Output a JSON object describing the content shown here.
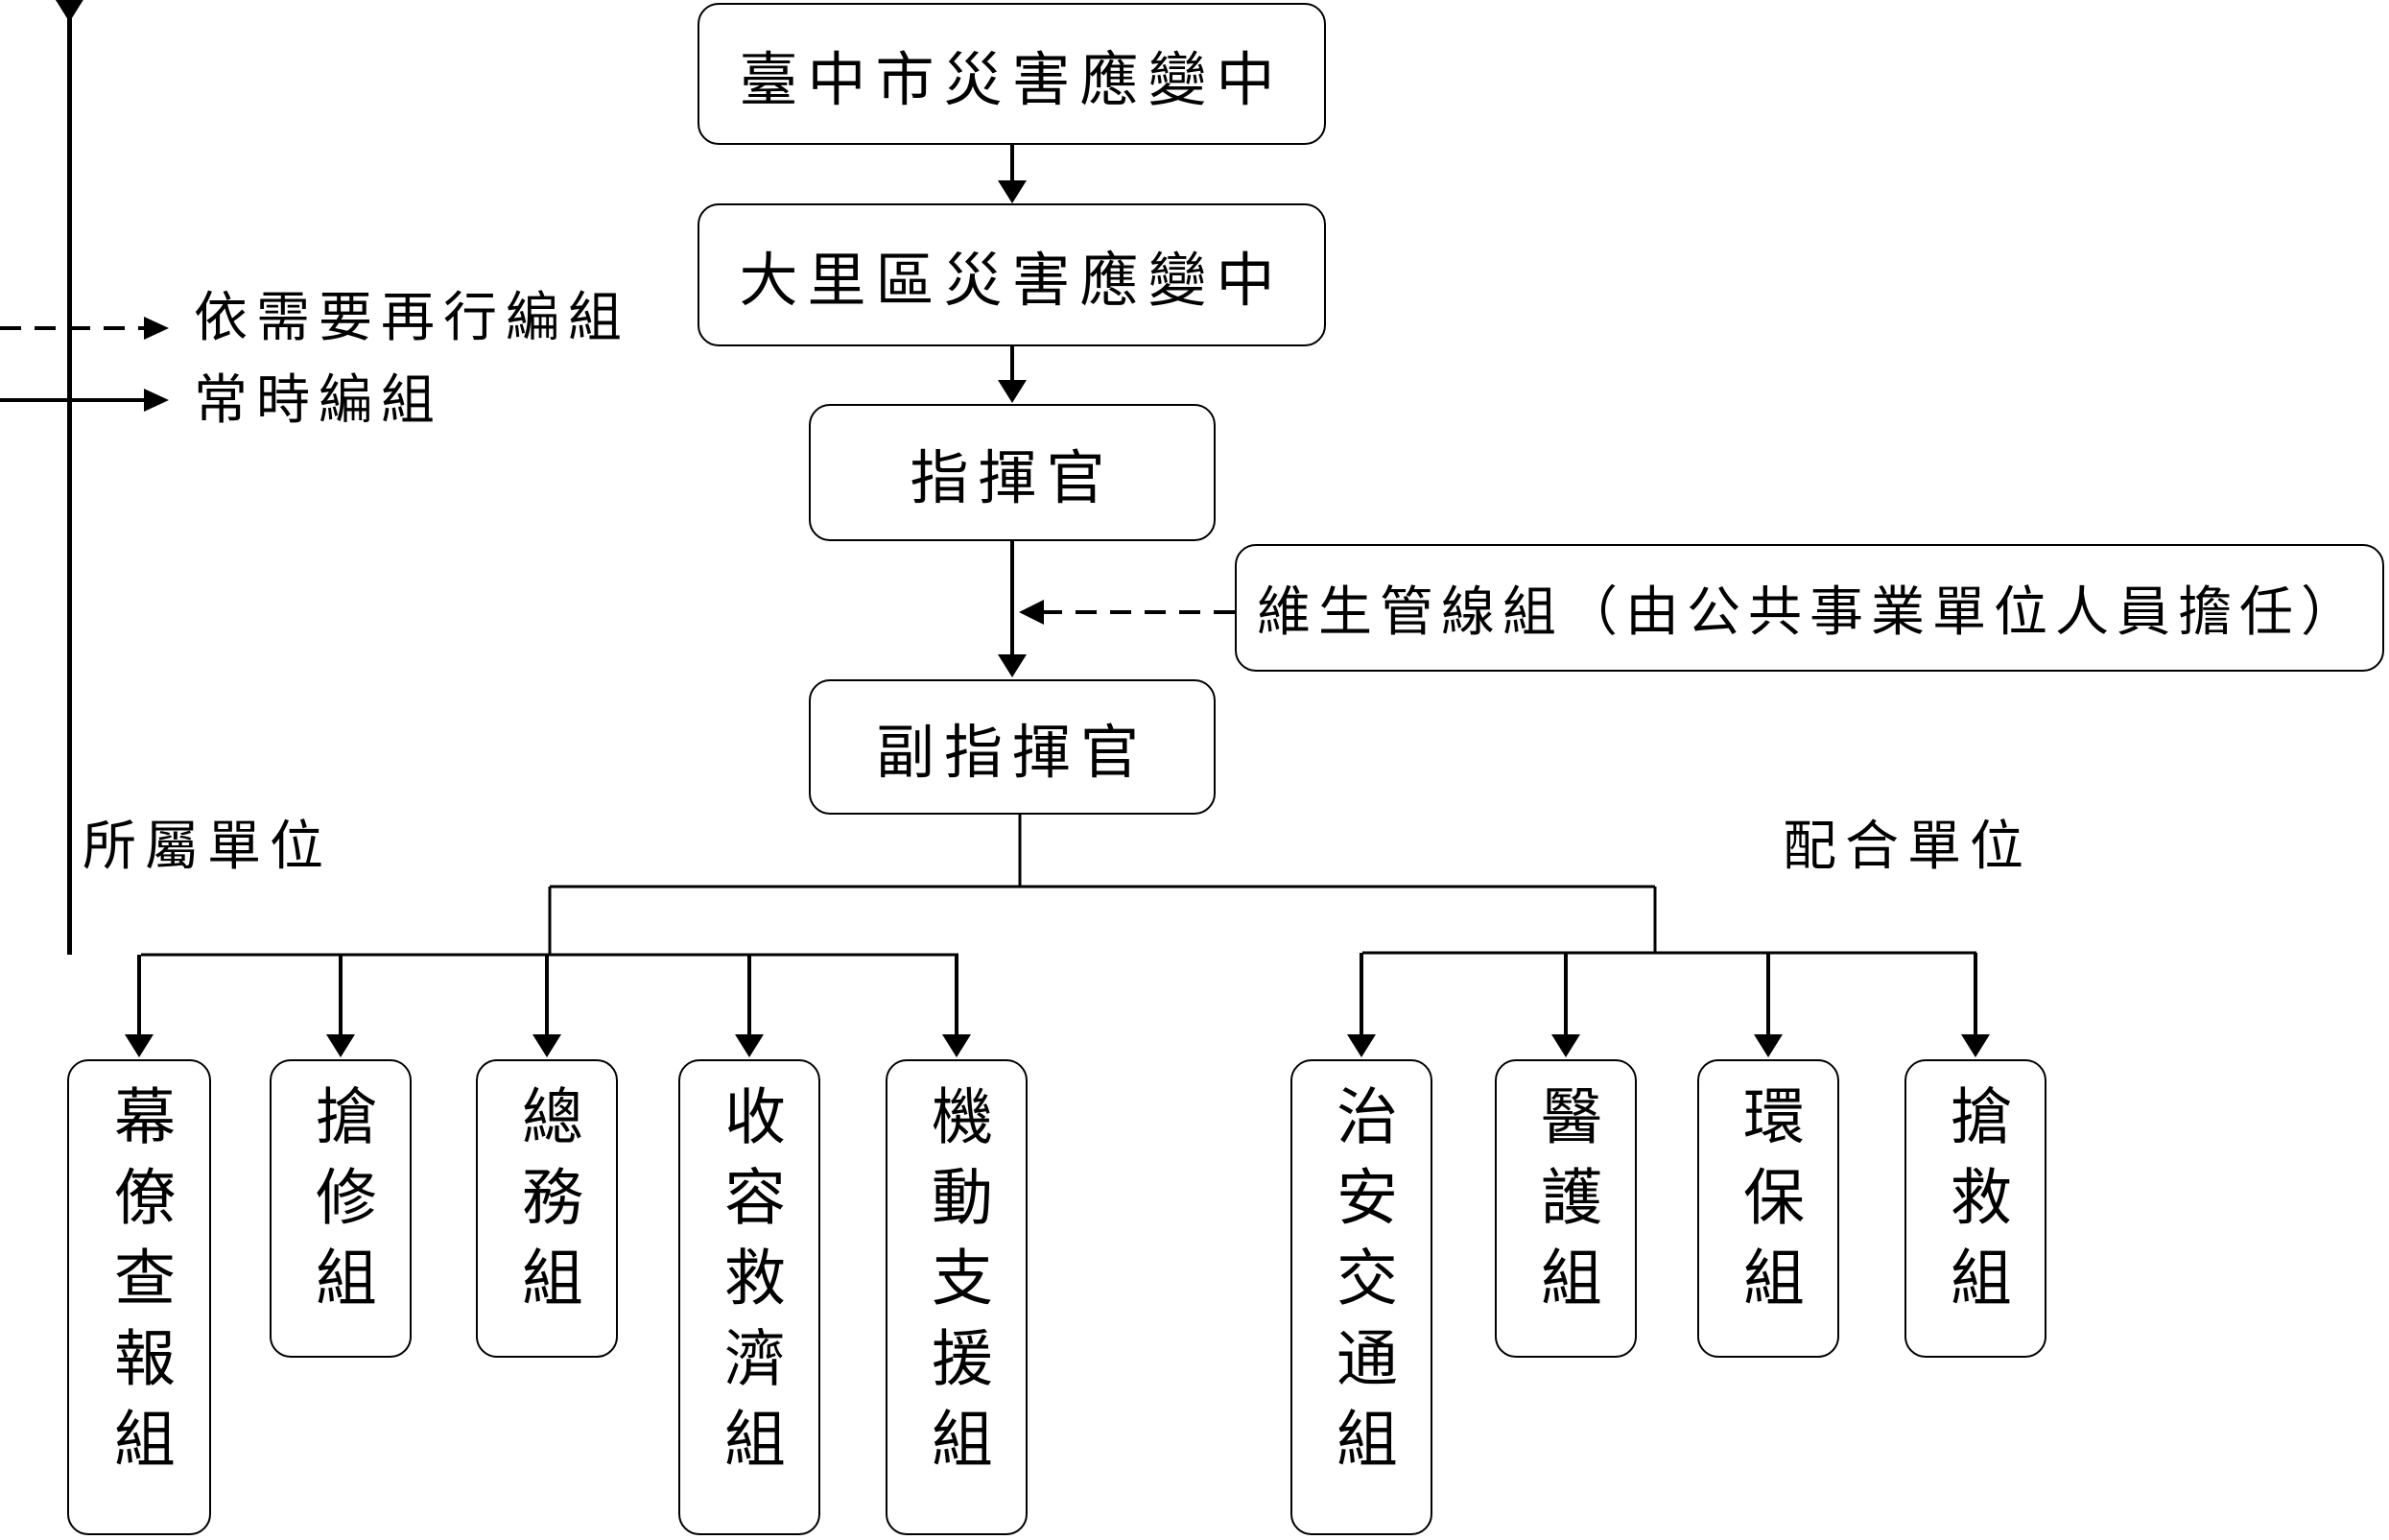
{
  "title_boxes": {
    "city_center": "臺中市災害應變中",
    "district_center": "大里區災害應變中",
    "commander": "指揮官",
    "deputy_commander": "副指揮官",
    "lifeline_group": "維生管線組（由公共事業單位人員擔任）"
  },
  "legend": {
    "dashed_label": "依需要再行編組",
    "solid_label": "常時編組"
  },
  "section_labels": {
    "affiliated": "所屬單位",
    "cooperating": "配合單位"
  },
  "affiliated_units": [
    "幕僚查報組",
    "搶修組",
    "總務組",
    "收容救濟組",
    "機動支援組"
  ],
  "cooperating_units": [
    "治安交通組",
    "醫護組",
    "環保組",
    "搶救組"
  ]
}
